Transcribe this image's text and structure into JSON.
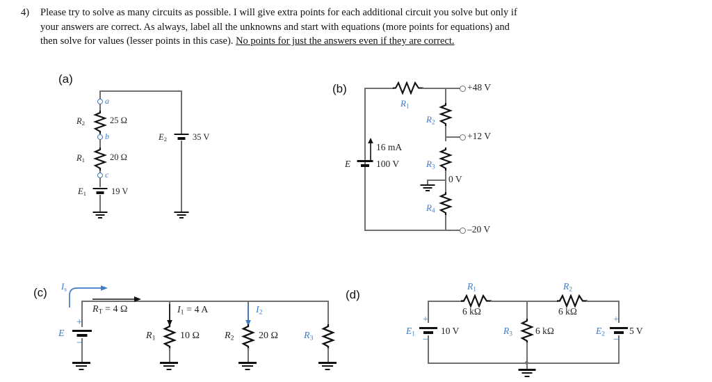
{
  "header": {
    "number": "4)",
    "line1": "Please try to solve as many circuits as possible.  I will give extra points for each additional circuit you solve but only if",
    "line2": "your answers are correct.  As always, label all the unknowns and start with equations (more points for equations) and",
    "line3_plain": "then solve for values (lesser points in this case).  ",
    "line3_underlined": "No points for just the answers even if they are correct."
  },
  "colors": {
    "blue": "#3f7cc4",
    "dark": "#231f20",
    "wire": "#6f6f6f",
    "background": "#ffffff"
  },
  "circuits": [
    {
      "id": "a",
      "caption": "(a)",
      "nodes": [
        "a",
        "b",
        "c"
      ],
      "components": [
        {
          "name": "R2",
          "label": "R",
          "sub": "2",
          "value": "25 Ω",
          "type": "resistor"
        },
        {
          "name": "R1",
          "label": "R",
          "sub": "1",
          "value": "20 Ω",
          "type": "resistor"
        },
        {
          "name": "E1",
          "label": "E",
          "sub": "1",
          "value": "19 V",
          "type": "battery"
        },
        {
          "name": "E2",
          "label": "E",
          "sub": "2",
          "value": "35 V",
          "type": "battery"
        }
      ]
    },
    {
      "id": "b",
      "caption": "(b)",
      "components": [
        {
          "name": "R1",
          "label": "R",
          "sub": "1",
          "value": "",
          "type": "resistor"
        },
        {
          "name": "R2",
          "label": "R",
          "sub": "2",
          "value": "",
          "type": "resistor"
        },
        {
          "name": "R3",
          "label": "R",
          "sub": "3",
          "value": "",
          "type": "resistor"
        },
        {
          "name": "R4",
          "label": "R",
          "sub": "4",
          "value": "",
          "type": "resistor"
        },
        {
          "name": "E",
          "label": "E",
          "sub": "",
          "value": "100 V",
          "type": "battery"
        }
      ],
      "current": "16 mA",
      "terminals": [
        "+48 V",
        "+12 V",
        "0 V",
        "–20 V"
      ]
    },
    {
      "id": "c",
      "caption": "(c)",
      "source_current": "I",
      "source_current_sub": "s",
      "total_resistance": "R",
      "total_resistance_sub": "T",
      "total_resistance_value": "= 4 Ω",
      "branch1_current": "I",
      "branch1_current_sub": "1",
      "branch1_current_value": "= 4 A",
      "branch2_current": "I",
      "branch2_current_sub": "2",
      "plus": "+",
      "minus": "−",
      "components": [
        {
          "name": "E",
          "label": "E",
          "sub": "",
          "value": "",
          "type": "battery"
        },
        {
          "name": "R1",
          "label": "R",
          "sub": "1",
          "value": "10 Ω",
          "type": "resistor"
        },
        {
          "name": "R2",
          "label": "R",
          "sub": "2",
          "value": "20 Ω",
          "type": "resistor"
        },
        {
          "name": "R3",
          "label": "R",
          "sub": "3",
          "value": "",
          "type": "resistor"
        }
      ]
    },
    {
      "id": "d",
      "caption": "(d)",
      "plus": "+",
      "minus": "−",
      "components": [
        {
          "name": "R1",
          "label": "R",
          "sub": "1",
          "value": "6 kΩ",
          "type": "resistor"
        },
        {
          "name": "R2",
          "label": "R",
          "sub": "2",
          "value": "6 kΩ",
          "type": "resistor"
        },
        {
          "name": "R3",
          "label": "R",
          "sub": "3",
          "value": "6 kΩ",
          "type": "resistor"
        },
        {
          "name": "E1",
          "label": "E",
          "sub": "1",
          "value": "10 V",
          "type": "battery"
        },
        {
          "name": "E2",
          "label": "E",
          "sub": "2",
          "value": "5 V",
          "type": "battery"
        }
      ]
    }
  ]
}
